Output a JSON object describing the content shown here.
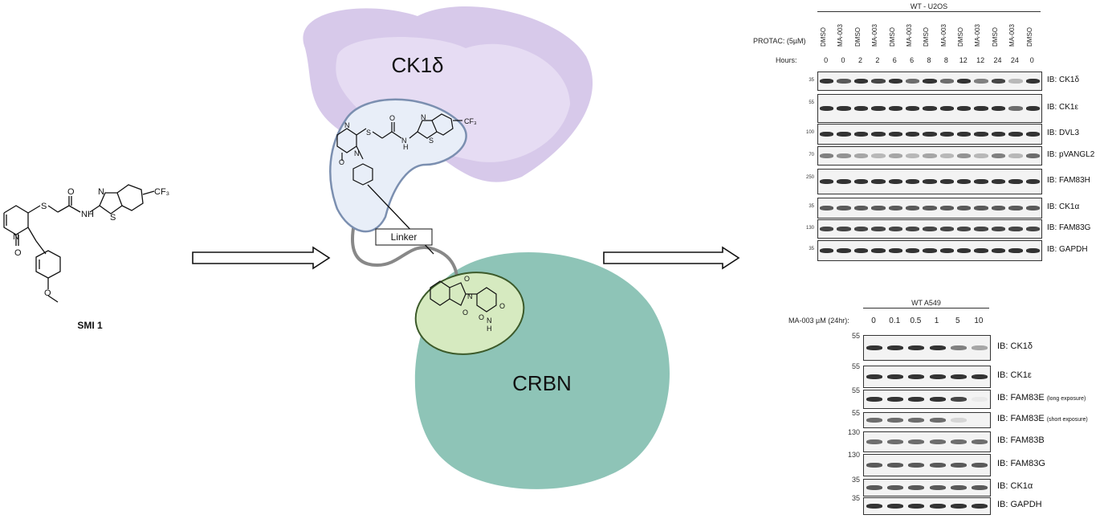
{
  "compound": {
    "name": "SMI 1",
    "group_cf3": "CF₃",
    "atom_labels": [
      "N",
      "N",
      "S",
      "O",
      "O",
      "H",
      "N",
      "S",
      "O"
    ]
  },
  "complex": {
    "top_protein": "CK1δ",
    "bottom_protein": "CRBN",
    "linker": "Linker",
    "ligand_cf3": "CF₃",
    "ligand_atom_labels": [
      "N",
      "N",
      "S",
      "O",
      "N",
      "S",
      "H",
      "O",
      "O",
      "O",
      "N",
      "O",
      "H",
      "N"
    ]
  },
  "colors": {
    "ck1d_outer": "#d7c9ea",
    "ck1d_inner": "#e6dcf3",
    "ligand_pocket": "#e8eef8",
    "crbn": "#8ec4b7",
    "thalidomide_pocket": "#d6eac0"
  },
  "blot_top": {
    "title": "WT - U2OS",
    "row1_label": "PROTAC: (5µM)",
    "row2_label": "Hours:",
    "treatments": [
      "DMSO",
      "MA-003",
      "DMSO",
      "MA-003",
      "DMSO",
      "MA-003",
      "DMSO",
      "MA-003",
      "DMSO",
      "MA-003",
      "DMSO",
      "MA-003",
      "DMSO"
    ],
    "hours": [
      "0",
      "0",
      "2",
      "2",
      "6",
      "6",
      "8",
      "8",
      "12",
      "12",
      "24",
      "24",
      "0"
    ],
    "blots": [
      {
        "ib": "IB: CK1δ",
        "mw": "35"
      },
      {
        "ib": "IB: CK1ε",
        "mw": "55"
      },
      {
        "ib": "IB: DVL3",
        "mw": "100"
      },
      {
        "ib": "IB: pVANGL2",
        "mw": "70"
      },
      {
        "ib": "IB: FAM83H",
        "mw": "250"
      },
      {
        "ib": "IB: CK1α",
        "mw": "35"
      },
      {
        "ib": "IB: FAM83G",
        "mw": "130"
      },
      {
        "ib": "IB: GAPDH",
        "mw": "35"
      }
    ]
  },
  "blot_bottom": {
    "title": "WT A549",
    "row_label": "MA-003 µM (24hr):",
    "doses": [
      "0",
      "0.1",
      "0.5",
      "1",
      "5",
      "10"
    ],
    "blots": [
      {
        "ib": "IB: CK1δ",
        "note": "",
        "mw": "55"
      },
      {
        "ib": "IB: CK1ε",
        "note": "",
        "mw": "55"
      },
      {
        "ib": "IB: FAM83E",
        "note": "(long exposure)",
        "mw": "55"
      },
      {
        "ib": "IB: FAM83E",
        "note": "(short exposure)",
        "mw": "55"
      },
      {
        "ib": "IB: FAM83B",
        "note": "",
        "mw": "130"
      },
      {
        "ib": "IB: FAM83G",
        "note": "",
        "mw": "130"
      },
      {
        "ib": "IB: CK1α",
        "note": "",
        "mw": "35"
      },
      {
        "ib": "IB: GAPDH",
        "note": "",
        "mw": "35"
      }
    ]
  }
}
